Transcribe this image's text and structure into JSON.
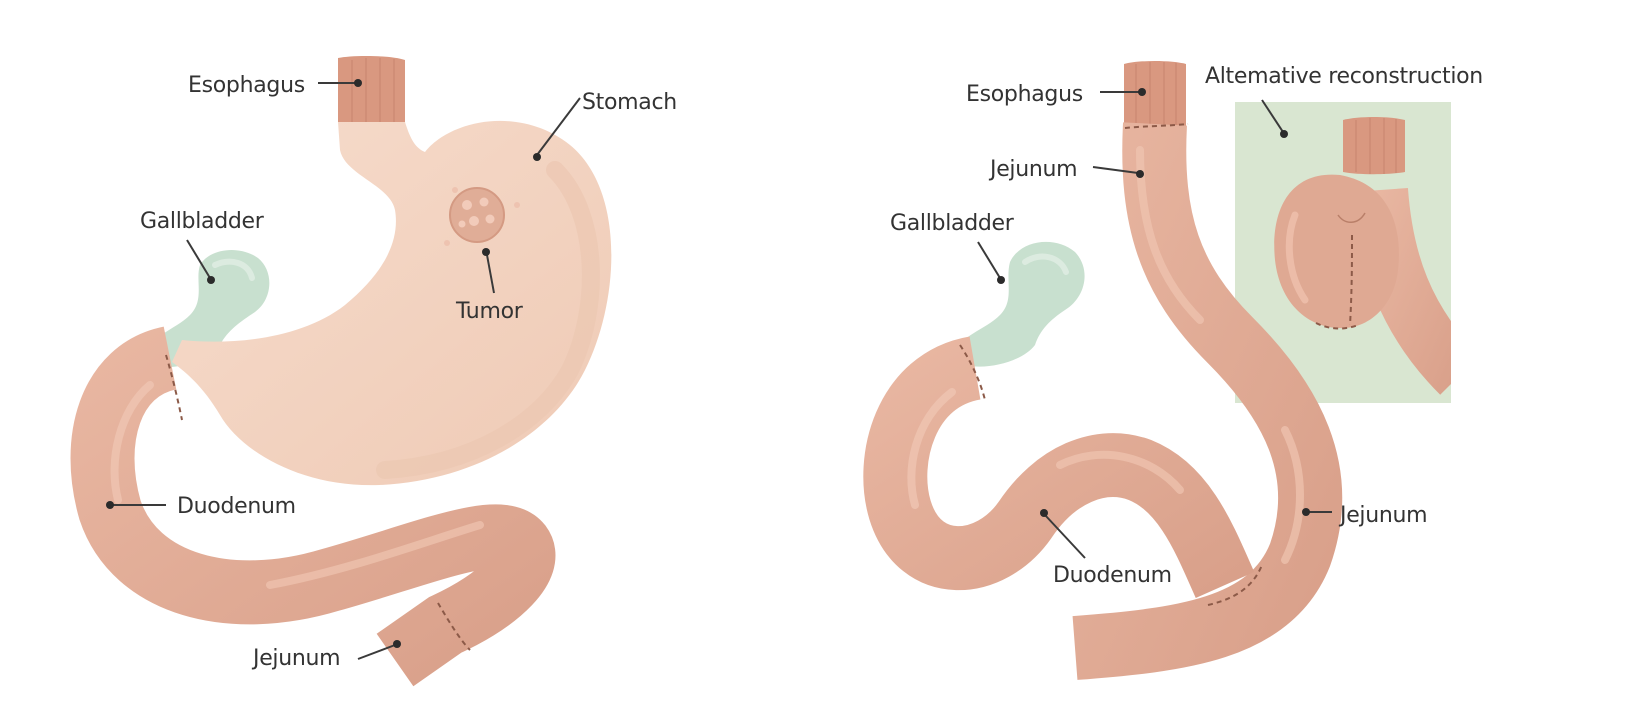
{
  "colors": {
    "background": "#ffffff",
    "stomach": "#f3d5c3",
    "stomach_shade": "#ecc8b3",
    "intestine": "#dfa993",
    "intestine_light": "#eabba6",
    "esophagus": "#d99880",
    "gallbladder": "#c8e0cf",
    "tumor": "#e0ad97",
    "inset_bg": "#d9e6d1",
    "label_text": "#333333"
  },
  "left_panel": {
    "labels": {
      "esophagus": "Esophagus",
      "stomach": "Stomach",
      "gallbladder": "Gallbladder",
      "tumor": "Tumor",
      "duodenum": "Duodenum",
      "jejunum": "Jejunum"
    }
  },
  "right_panel": {
    "labels": {
      "esophagus": "Esophagus",
      "jejunum_upper": "Jejunum",
      "gallbladder": "Gallbladder",
      "duodenum": "Duodenum",
      "jejunum_lower": "Jejunum"
    },
    "inset": {
      "title": "Altemative reconstruction"
    }
  }
}
